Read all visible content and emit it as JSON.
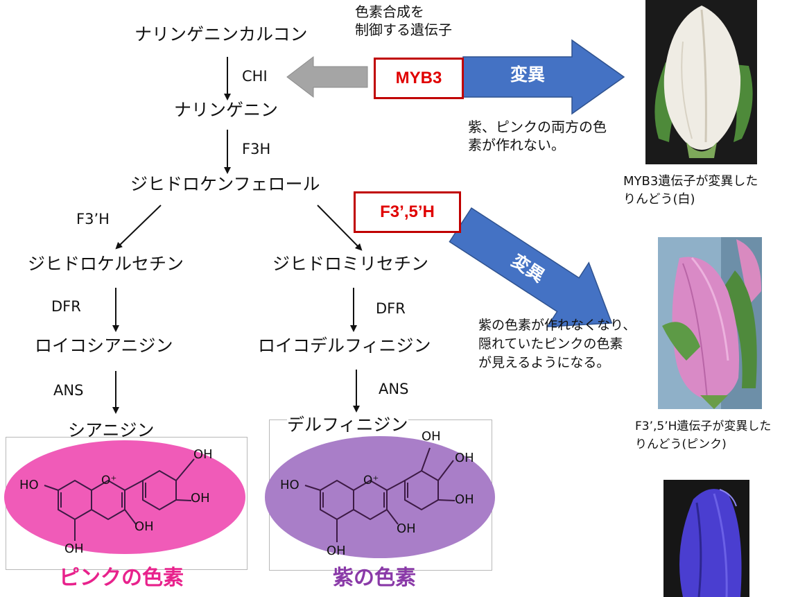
{
  "regulator_note": {
    "line1": "色素合成を",
    "line2": "制御する遺伝子"
  },
  "pathway": {
    "naringenin_chalcone": "ナリンゲニンカルコン",
    "chi": "CHI",
    "naringenin": "ナリンゲニン",
    "f3h": "F3H",
    "dihydrokaempferol": "ジヒドロケンフェロール",
    "f3prime_h": "F3’H",
    "dihydroquercetin": "ジヒドロケルセチン",
    "dihydromyricetin": "ジヒドロミリセチン",
    "dfr_left": "DFR",
    "dfr_right": "DFR",
    "leucocyanidin": "ロイコシアニジン",
    "leucodelphinidin": "ロイコデルフィニジン",
    "ans_left": "ANS",
    "ans_right": "ANS",
    "cyanidin": "シアニジン",
    "delphinidin": "デルフィニジン"
  },
  "genes": {
    "myb3": "MYB3",
    "f35h": "F3’,5’H"
  },
  "arrows": {
    "mutation1": "変異",
    "mutation2": "変異"
  },
  "notes": {
    "myb3_effect_line1": "紫、ピンクの両方の色",
    "myb3_effect_line2": "素が作れない。",
    "f35h_effect_line1": "紫の色素が作れなくなり、",
    "f35h_effect_line2": "隠れていたピンクの色素",
    "f35h_effect_line3": "が見えるようになる。"
  },
  "captions": {
    "white_line1": "MYB3遺伝子が変異した",
    "white_line2": "りんどう(白)",
    "pink_line1": "F3’,5’H遺伝子が変異した",
    "pink_line2": "りんどう(ピンク)"
  },
  "structures": {
    "cyanidin": {
      "oh_top1": "OH",
      "oh_top2": "OH",
      "oh_left": "HO",
      "oh_mid": "OH",
      "oh_bottom": "OH",
      "oplus": "O⁺"
    },
    "delphinidin": {
      "oh_top1": "OH",
      "oh_top2": "OH",
      "oh_top3": "OH",
      "oh_left": "HO",
      "oh_mid": "OH",
      "oh_bottom": "OH",
      "oplus": "O⁺"
    }
  },
  "pigment_labels": {
    "pink": "ピンクの色素",
    "purple": "紫の色素"
  },
  "colors": {
    "pink_ellipse": "#f05bb8",
    "purple_ellipse": "#a97ec8",
    "blue_arrow": "#4472c4",
    "gray_arrow": "#a5a5a5",
    "gene_red": "#e00000"
  }
}
